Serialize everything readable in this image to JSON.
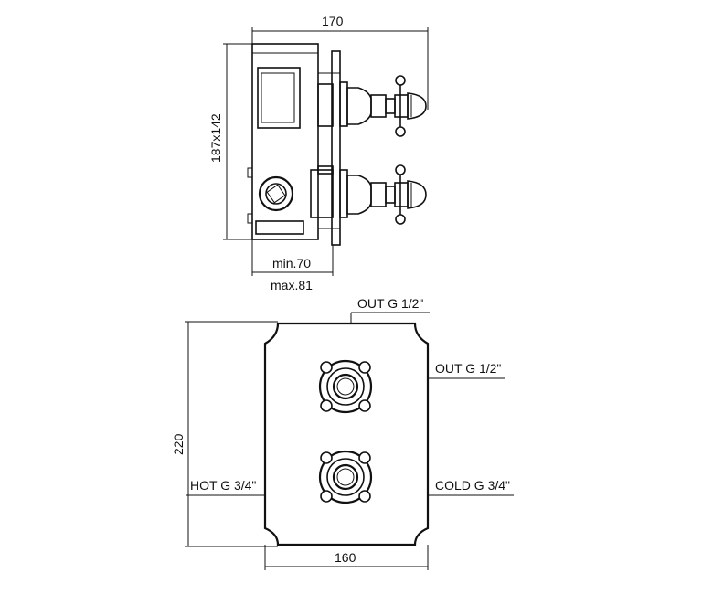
{
  "side_view": {
    "width_label": "170",
    "height_label": "187x142",
    "min_depth_label": "min.70",
    "max_depth_label": "max.81"
  },
  "front_view": {
    "out_top_label": "OUT G 1/2\"",
    "out_right_label": "OUT G 1/2\"",
    "hot_label": "HOT G 3/4\"",
    "cold_label": "COLD G 3/4\"",
    "height_label": "220",
    "width_label": "160"
  }
}
